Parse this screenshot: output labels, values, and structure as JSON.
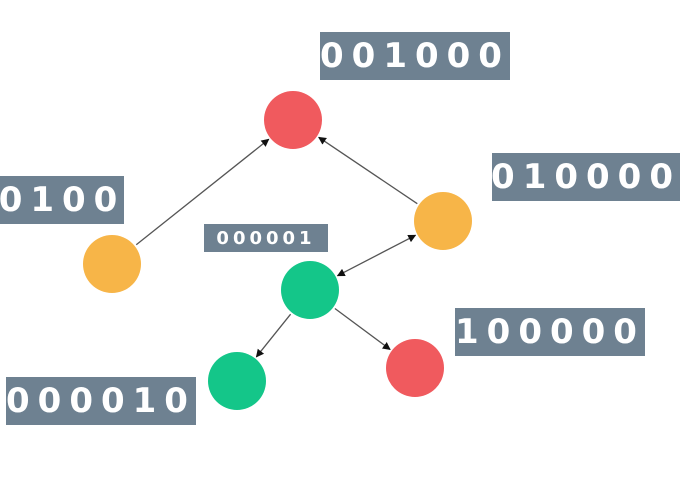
{
  "colors": {
    "node_red": "#f05a5e",
    "node_orange": "#f7b548",
    "node_green": "#14c689",
    "label_bg": "#6e8191",
    "edge": "#555555",
    "arrowhead": "#111111"
  },
  "labels": {
    "top": "001000",
    "left": "0100",
    "right": "010000",
    "center": "000001",
    "lower_right": "100000",
    "lower_left": "000010"
  },
  "nodes": [
    {
      "id": "top",
      "color": "red"
    },
    {
      "id": "left",
      "color": "orange"
    },
    {
      "id": "right",
      "color": "orange"
    },
    {
      "id": "center",
      "color": "green"
    },
    {
      "id": "lower_left",
      "color": "green"
    },
    {
      "id": "lower_right",
      "color": "red"
    }
  ],
  "edges": [
    {
      "from": "left",
      "to": "top",
      "direction": "forward"
    },
    {
      "from": "right",
      "to": "top",
      "direction": "forward"
    },
    {
      "from": "center",
      "to": "right",
      "direction": "both"
    },
    {
      "from": "center",
      "to": "lower_left",
      "direction": "forward"
    },
    {
      "from": "center",
      "to": "lower_right",
      "direction": "forward"
    }
  ]
}
